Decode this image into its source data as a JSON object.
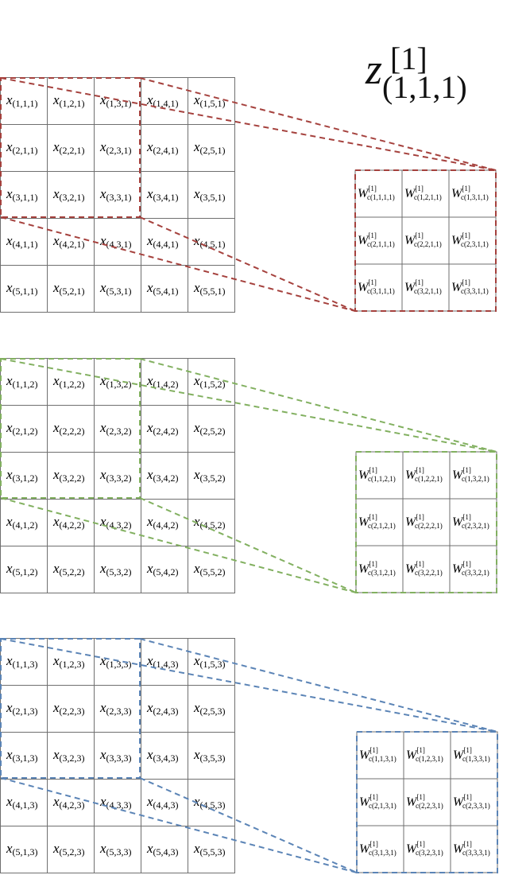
{
  "title": {
    "symbol": "z",
    "superscript": "[1]",
    "subscript": "(1,1,1)"
  },
  "colors": {
    "grid": "#6f6f6f",
    "channel_1": "#a5413d",
    "channel_2": "#82b060",
    "channel_3": "#5b84b6"
  },
  "channels": [
    {
      "input_grid": [
        [
          "(1,1,1)",
          "(1,2,1)",
          "(1,3,1)",
          "(1,4,1)",
          "(1,5,1)"
        ],
        [
          "(2,1,1)",
          "(2,2,1)",
          "(2,3,1)",
          "(2,4,1)",
          "(2,5,1)"
        ],
        [
          "(3,1,1)",
          "(3,2,1)",
          "(3,3,1)",
          "(3,4,1)",
          "(3,5,1)"
        ],
        [
          "(4,1,1)",
          "(4,2,1)",
          "(4,3,1)",
          "(4,4,1)",
          "(4,5,1)"
        ],
        [
          "(5,1,1)",
          "(5,2,1)",
          "(5,3,1)",
          "(5,4,1)",
          "(5,5,1)"
        ]
      ],
      "kernel": [
        [
          "c(1,1,1,1)",
          "c(1,2,1,1)",
          "c(1,3,1,1)"
        ],
        [
          "c(2,1,1,1)",
          "c(2,2,1,1)",
          "c(2,3,1,1)"
        ],
        [
          "c(3,1,1,1)",
          "c(3,2,1,1)",
          "c(3,3,1,1)"
        ]
      ]
    },
    {
      "input_grid": [
        [
          "(1,1,2)",
          "(1,2,2)",
          "(1,3,2)",
          "(1,4,2)",
          "(1,5,2)"
        ],
        [
          "(2,1,2)",
          "(2,2,2)",
          "(2,3,2)",
          "(2,4,2)",
          "(2,5,2)"
        ],
        [
          "(3,1,2)",
          "(3,2,2)",
          "(3,3,2)",
          "(3,4,2)",
          "(3,5,2)"
        ],
        [
          "(4,1,2)",
          "(4,2,2)",
          "(4,3,2)",
          "(4,4,2)",
          "(4,5,2)"
        ],
        [
          "(5,1,2)",
          "(5,2,2)",
          "(5,3,2)",
          "(5,4,2)",
          "(5,5,2)"
        ]
      ],
      "kernel": [
        [
          "c(1,1,2,1)",
          "c(1,2,2,1)",
          "c(1,3,2,1)"
        ],
        [
          "c(2,1,2,1)",
          "c(2,2,2,1)",
          "c(2,3,2,1)"
        ],
        [
          "c(3,1,2,1)",
          "c(3,2,2,1)",
          "c(3,3,2,1)"
        ]
      ]
    },
    {
      "input_grid": [
        [
          "(1,1,3)",
          "(1,2,3)",
          "(1,3,3)",
          "(1,4,3)",
          "(1,5,3)"
        ],
        [
          "(2,1,3)",
          "(2,2,3)",
          "(2,3,3)",
          "(2,4,3)",
          "(2,5,3)"
        ],
        [
          "(3,1,3)",
          "(3,2,3)",
          "(3,3,3)",
          "(3,4,3)",
          "(3,5,3)"
        ],
        [
          "(4,1,3)",
          "(4,2,3)",
          "(4,3,3)",
          "(4,4,3)",
          "(4,5,3)"
        ],
        [
          "(5,1,3)",
          "(5,2,3)",
          "(5,3,3)",
          "(5,4,3)",
          "(5,5,3)"
        ]
      ],
      "kernel": [
        [
          "c(1,1,3,1)",
          "c(1,2,3,1)",
          "c(1,3,3,1)"
        ],
        [
          "c(2,1,3,1)",
          "c(2,2,3,1)",
          "c(2,3,3,1)"
        ],
        [
          "c(3,1,3,1)",
          "c(3,2,3,1)",
          "c(3,3,3,1)"
        ]
      ]
    }
  ],
  "labels": {
    "input_symbol": "x",
    "weight_symbol": "W",
    "weight_superscript": "[1]"
  }
}
